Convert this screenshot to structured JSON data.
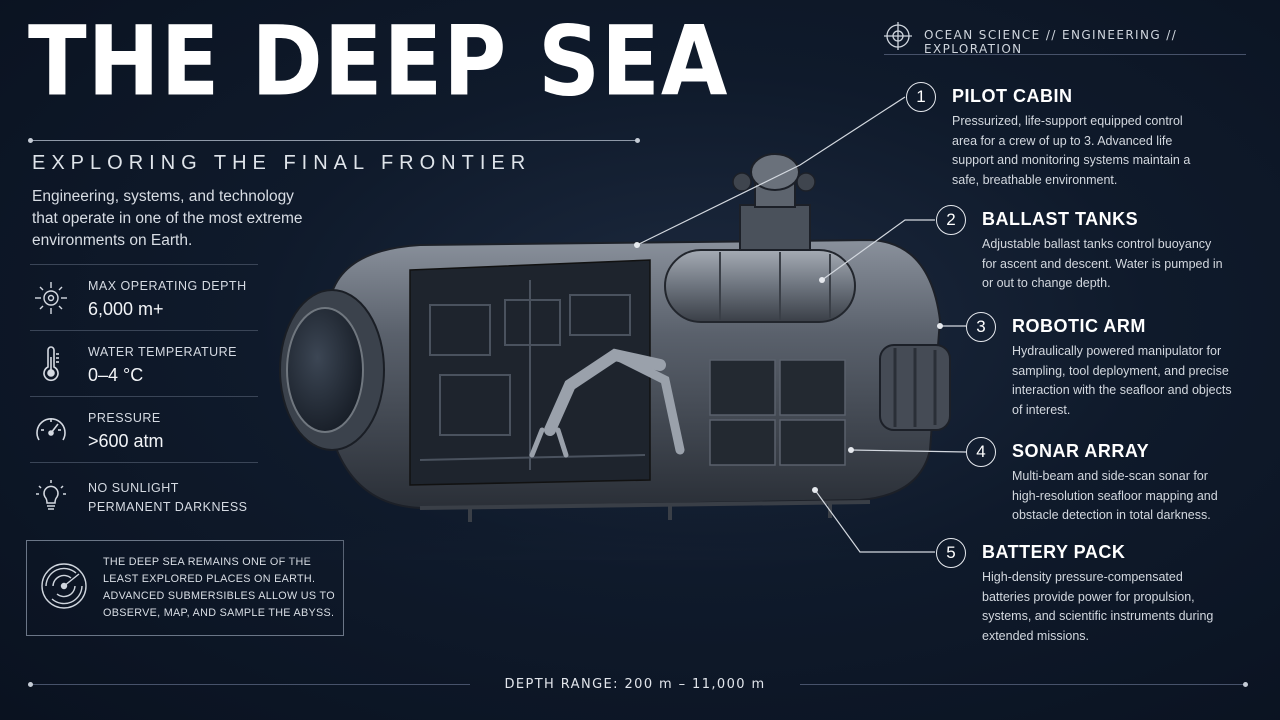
{
  "header": {
    "title": "THE DEEP SEA",
    "subtitle": "EXPLORING THE FINAL FRONTIER",
    "intro": "Engineering, systems, and technology that operate in one of the most extreme environments on Earth.",
    "tagline": "OCEAN SCIENCE // ENGINEERING // EXPLORATION"
  },
  "stats": [
    {
      "icon": "depth-gauge-icon",
      "label": "MAX OPERATING DEPTH",
      "value": "6,000 m+"
    },
    {
      "icon": "thermometer-icon",
      "label": "WATER TEMPERATURE",
      "value": "0–4 °C"
    },
    {
      "icon": "pressure-gauge-icon",
      "label": "PRESSURE",
      "value": ">600 atm"
    },
    {
      "icon": "lightbulb-icon",
      "label": "NO SUNLIGHT",
      "value": "PERMANENT DARKNESS"
    }
  ],
  "info_box": {
    "icon": "sonar-icon",
    "text": "THE DEEP SEA REMAINS ONE OF THE LEAST EXPLORED PLACES ON EARTH. ADVANCED SUBMERSIBLES ALLOW US TO OBSERVE, MAP, AND SAMPLE THE ABYSS."
  },
  "callouts": [
    {
      "number": "1",
      "title": "PILOT CABIN",
      "description": "Pressurized, life-support equipped control area for a crew of up to 3. Advanced life support and monitoring systems maintain a safe, breathable environment."
    },
    {
      "number": "2",
      "title": "BALLAST TANKS",
      "description": "Adjustable ballast tanks control buoyancy for ascent and descent. Water is pumped in or out to change depth."
    },
    {
      "number": "3",
      "title": "ROBOTIC ARM",
      "description": "Hydraulically powered manipulator for sampling, tool deployment, and precise interaction with the seafloor and objects of interest."
    },
    {
      "number": "4",
      "title": "SONAR ARRAY",
      "description": "Multi-beam and side-scan sonar for high-resolution seafloor mapping and obstacle detection in total darkness."
    },
    {
      "number": "5",
      "title": "BATTERY PACK",
      "description": "High-density pressure-compensated batteries provide power for propulsion, systems, and scientific instruments during extended missions."
    }
  ],
  "footer": {
    "depth_range": "DEPTH RANGE: 200 m – 11,000 m"
  },
  "colors": {
    "background": "#0f1a2b",
    "accent": "#e6e9ee",
    "hull": "#5c6470"
  }
}
